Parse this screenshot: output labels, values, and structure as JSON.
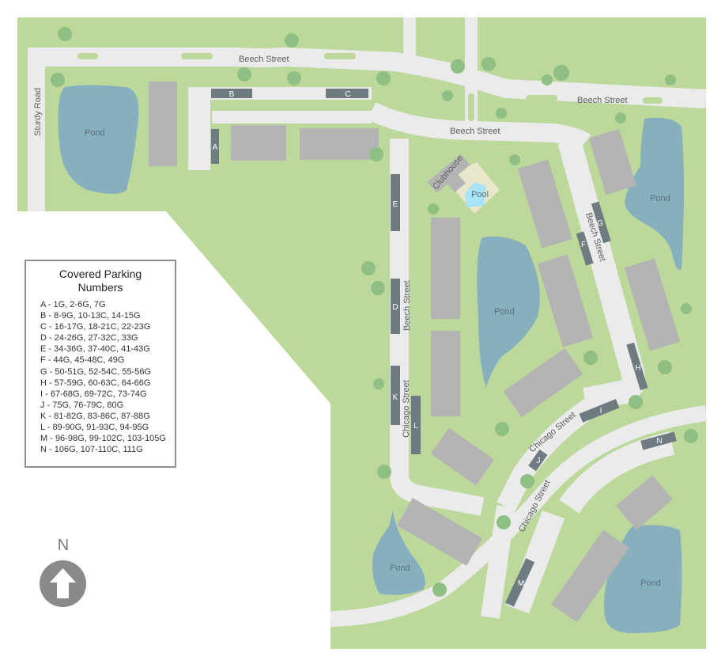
{
  "map": {
    "colors": {
      "grass": "#bcd89a",
      "road": "#ebebeb",
      "pond": "#87b0bf",
      "building": "#b4b4b4",
      "building_shadow": "#5d5d5d",
      "tree": "#8fbf82",
      "covered_parking": "#6e7b80",
      "pool": "#a8e4f5",
      "pool_deck": "#e8e7cc"
    },
    "streets": {
      "beech_top": "Beech Street",
      "beech_right_top": "Beech Street",
      "beech_middle": "Beech Street",
      "beech_vertical_left": "Beech Street",
      "beech_vertical_right": "Beech Street",
      "chicago_vertical": "Chicago Street",
      "chicago_diag_upper": "Chicago Street",
      "chicago_diag_lower": "Chicago Street",
      "sturdy_road": "Sturdy Road"
    },
    "ponds": [
      "Pond",
      "Pond",
      "Pond",
      "Pond",
      "Pond"
    ],
    "amenities": {
      "clubhouse": "Clubhouse",
      "pool": "Pool"
    },
    "covered_parking_labels": [
      "A",
      "B",
      "C",
      "D",
      "E",
      "F",
      "G",
      "H",
      "I",
      "J",
      "K",
      "L",
      "M",
      "N"
    ]
  },
  "legend": {
    "title_line1": "Covered Parking",
    "title_line2": "Numbers",
    "items": [
      "A - 1G, 2-6G, 7G",
      "B - 8-9G, 10-13C, 14-15G",
      "C - 16-17G, 18-21C, 22-23G",
      "D - 24-26G, 27-32C, 33G",
      "E - 34-36G, 37-40C, 41-43G",
      "F - 44G, 45-48C, 49G",
      "G - 50-51G, 52-54C, 55-56G",
      "H - 57-59G, 60-63C, 64-66G",
      "I - 67-68G, 69-72C, 73-74G",
      "J - 75G, 76-79C, 80G",
      "K - 81-82G, 83-86C, 87-88G",
      "L - 89-90G, 91-93C, 94-95G",
      "M - 96-98G, 99-102C, 103-105G",
      "N - 106G, 107-110C, 111G"
    ]
  },
  "compass": {
    "label": "N",
    "icon": "arrow-up-icon"
  }
}
